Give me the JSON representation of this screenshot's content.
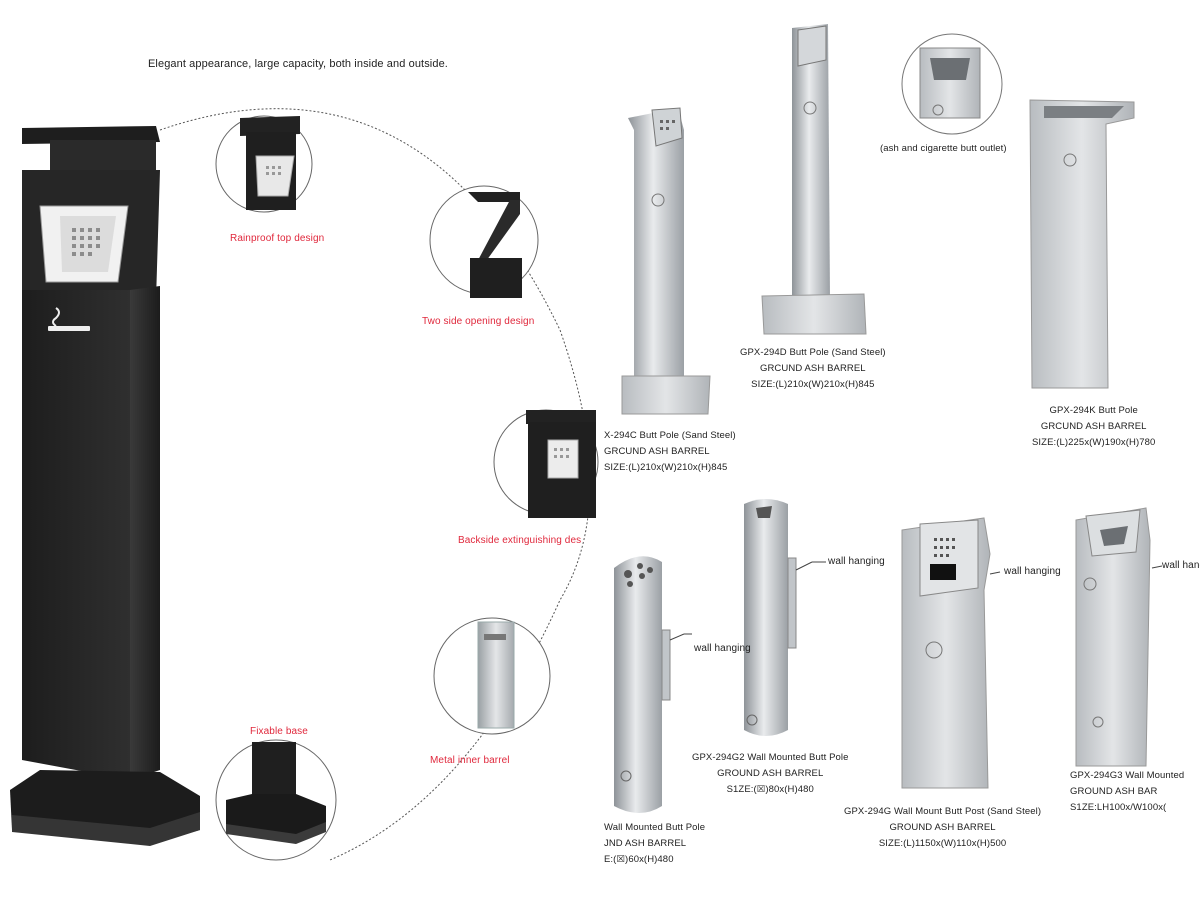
{
  "tagline": "Elegant appearance, large capacity, both inside and outside.",
  "features": {
    "rainproof": "Rainproof top design",
    "two_side": "Two side opening design",
    "backside": "Backside extinguishing des",
    "metal_barrel": "Metal inner barrel",
    "fixable_base": "Fixable base"
  },
  "callouts": {
    "ash_outlet": "(ash and cigarette butt outlet)",
    "wall_hanging": "wall hanging"
  },
  "products": {
    "p294c": {
      "name": "X-294C Butt Pole (Sand Steel)",
      "type": "GRCUND ASH BARREL",
      "size": "SIZE:(L)210x(W)210x(H)845"
    },
    "p294d": {
      "name": "GPX-294D Butt Pole (Sand Steel)",
      "type": "GRCUND ASH BARREL",
      "size": "SIZE:(L)210x(W)210x(H)845"
    },
    "p294k": {
      "name": "GPX-294K Butt Pole",
      "type": "GRCUND ASH BARREL",
      "size": "SIZE:(L)225x(W)190x(H)780"
    },
    "p294g1": {
      "name": "Wall Mounted Butt Pole",
      "type": "JND ASH BARREL",
      "size": "E:(☒)60x(H)480"
    },
    "p294g2": {
      "name": "GPX-294G2 Wall Mounted Butt Pole",
      "type": "GROUND ASH BARREL",
      "size": "S1ZE:(☒)80x(H)480"
    },
    "p294g": {
      "name": "GPX-294G Wall Mount Butt Post (Sand Steel)",
      "type": "GROUND ASH BARREL",
      "size": "SIZE:(L)1150x(W)110x(H)500"
    },
    "p294g3": {
      "name": "GPX-294G3 Wall Mounted",
      "type": "GROUND ASH BAR",
      "size": "S1ZE:LH100x/W100x("
    }
  },
  "colors": {
    "accent_red": "#e0283c",
    "dark_bin": "#2b2b2b",
    "steel": "#c9cdd1"
  }
}
